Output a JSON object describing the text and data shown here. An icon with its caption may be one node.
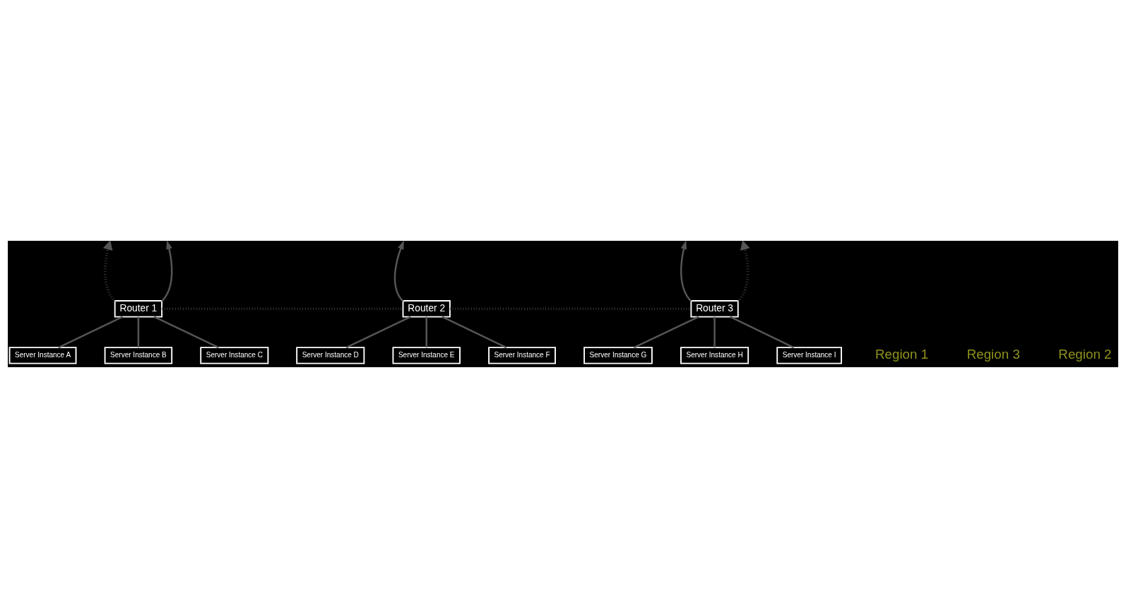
{
  "diagram": {
    "nodes": [
      {
        "text": [
          "Router 1"
        ]
      },
      {
        "text": [
          "Server Instance A"
        ]
      },
      {
        "text": [
          "Server Instance B"
        ]
      },
      {
        "text": [
          "Server Instance C"
        ]
      },
      {
        "text": [
          "Router 2"
        ]
      },
      {
        "text": [
          "Server Instance D"
        ]
      },
      {
        "text": [
          "Server Instance E"
        ]
      },
      {
        "text": [
          "Server Instance F"
        ]
      },
      {
        "text": [
          "Router 3"
        ]
      },
      {
        "text": [
          "Server Instance G"
        ]
      },
      {
        "text": [
          "Server Instance H"
        ]
      },
      {
        "text": [
          "Server Instance I"
        ]
      }
    ],
    "edges": [
      {
        "from": 1,
        "to": 0,
        "arrow": "none"
      },
      {
        "from": 2,
        "to": 0,
        "arrow": "none"
      },
      {
        "from": 3,
        "to": 0,
        "arrow": "none"
      },
      {
        "from": 5,
        "to": 4,
        "arrow": "none"
      },
      {
        "from": 6,
        "to": 4,
        "arrow": "none"
      },
      {
        "from": 7,
        "to": 4,
        "arrow": "none"
      },
      {
        "from": 9,
        "to": 8,
        "arrow": "none"
      },
      {
        "from": 10,
        "to": 8,
        "arrow": "none"
      },
      {
        "from": 11,
        "to": 8,
        "arrow": "none"
      },
      {
        "from": 0,
        "to": null,
        "arrow": "to"
      },
      {
        "from": 0,
        "to": null,
        "arrow": "to",
        "style": "dashed"
      },
      {
        "from": 0,
        "to": 4,
        "arrow": "none",
        "style": "dashed"
      },
      {
        "from": 4,
        "to": null,
        "arrow": "to"
      },
      {
        "from": 4,
        "to": 8,
        "arrow": "none",
        "style": "dashed"
      },
      {
        "from": 8,
        "to": null,
        "arrow": "to"
      },
      {
        "from": 8,
        "to": null,
        "arrow": "to",
        "style": "dashed"
      }
    ],
    "labels": [
      "Region 1",
      "Region 3",
      "Region 2"
    ]
  }
}
